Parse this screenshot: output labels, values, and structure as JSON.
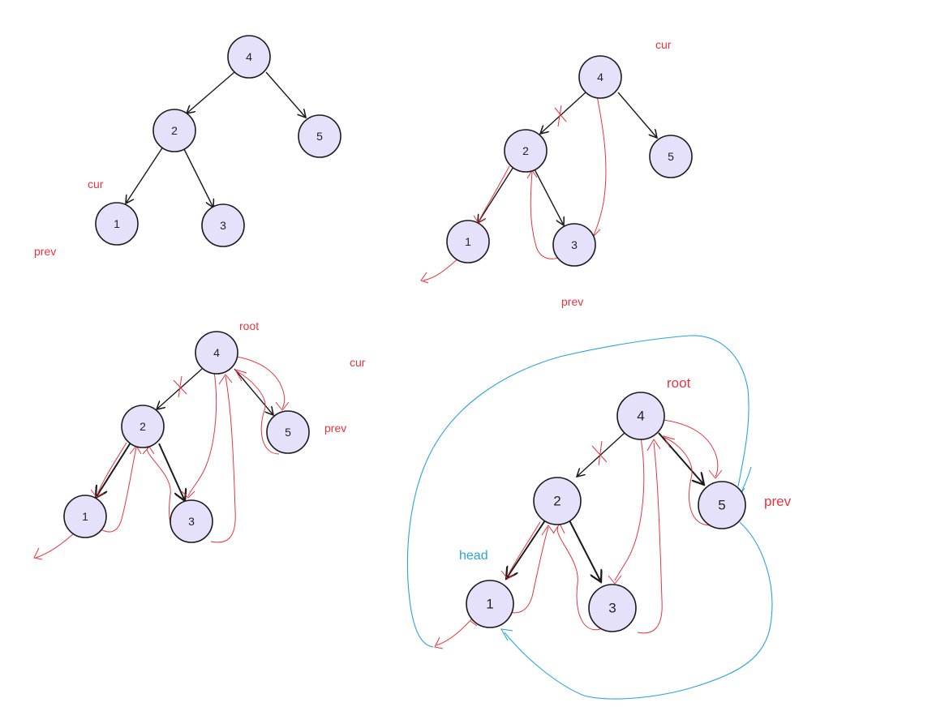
{
  "panels": [
    {
      "id": "top-left",
      "nodes": [
        "4",
        "2",
        "5",
        "1",
        "3"
      ],
      "labels": {
        "cur": "cur",
        "prev": "prev"
      }
    },
    {
      "id": "top-right",
      "nodes": [
        "4",
        "2",
        "5",
        "1",
        "3"
      ],
      "labels": {
        "cur": "cur",
        "prev": "prev"
      }
    },
    {
      "id": "bottom-left",
      "nodes": [
        "4",
        "2",
        "5",
        "1",
        "3"
      ],
      "labels": {
        "root": "root",
        "cur": "cur",
        "prev": "prev"
      }
    },
    {
      "id": "bottom-right",
      "nodes": [
        "4",
        "2",
        "5",
        "1",
        "3"
      ],
      "labels": {
        "root": "root",
        "prev": "prev",
        "head": "head"
      }
    }
  ],
  "colors": {
    "node_fill": "#e6e1fb",
    "annotation_red": "#e8343f",
    "annotation_blue": "#2aa6d6"
  }
}
